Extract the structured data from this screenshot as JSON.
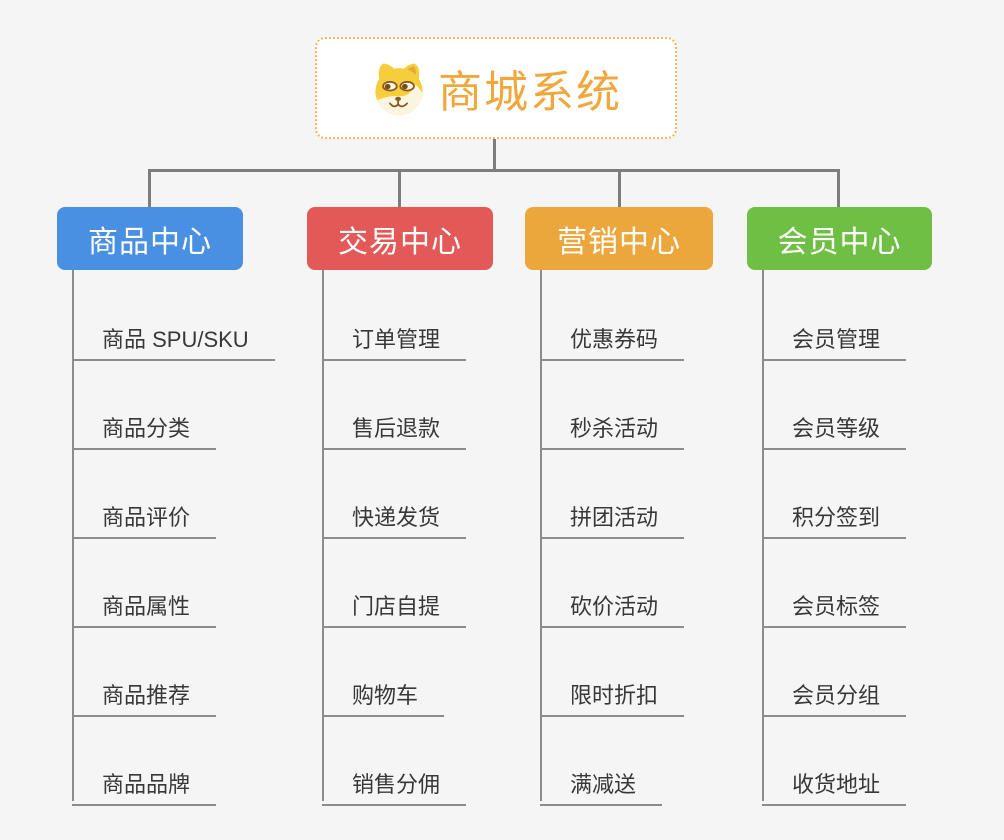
{
  "app": {
    "background_color": "#f5f5f5",
    "connector_color": "#7d7d7d",
    "underline_color": "#8c8c8c"
  },
  "root": {
    "title": "商城系统",
    "accent_color": "#f0a73c",
    "border_color": "#f5b959",
    "icon": "doge-face-icon"
  },
  "branches": [
    {
      "id": "product-center",
      "label": "商品中心",
      "color": "#4a90e2",
      "items": [
        "商品 SPU/SKU",
        "商品分类",
        "商品评价",
        "商品属性",
        "商品推荐",
        "商品品牌"
      ]
    },
    {
      "id": "trade-center",
      "label": "交易中心",
      "color": "#e25958",
      "items": [
        "订单管理",
        "售后退款",
        "快递发货",
        "门店自提",
        "购物车",
        "销售分佣"
      ]
    },
    {
      "id": "marketing-center",
      "label": "营销中心",
      "color": "#eba73b",
      "items": [
        "优惠券码",
        "秒杀活动",
        "拼团活动",
        "砍价活动",
        "限时折扣",
        "满减送"
      ]
    },
    {
      "id": "member-center",
      "label": "会员中心",
      "color": "#6fbf44",
      "items": [
        "会员管理",
        "会员等级",
        "积分签到",
        "会员标签",
        "会员分组",
        "收货地址"
      ]
    }
  ]
}
